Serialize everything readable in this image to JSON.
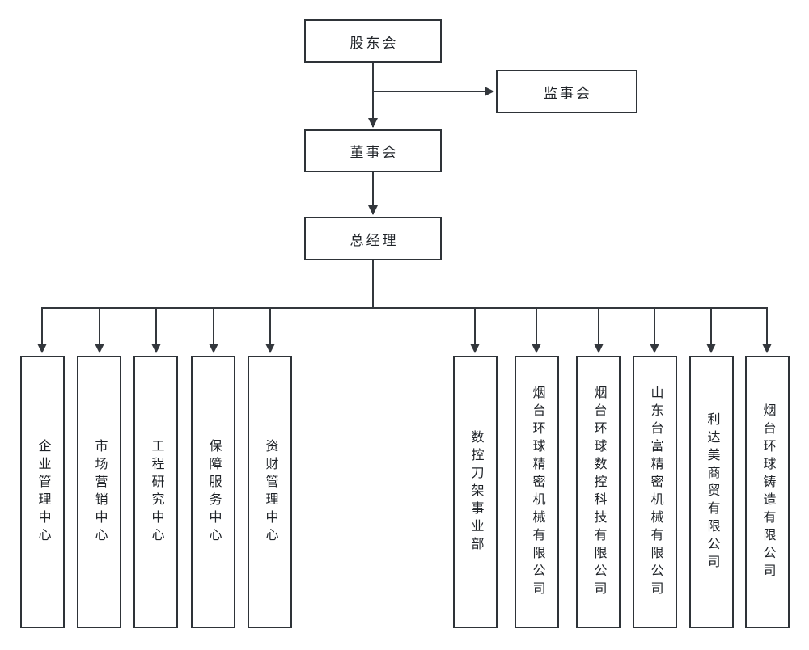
{
  "org": {
    "top": {
      "shareholders": "股东会",
      "supervisors": "监事会",
      "directors": "董事会",
      "gm": "总经理"
    },
    "units": [
      {
        "label": "企业管理中心"
      },
      {
        "label": "市场营销中心"
      },
      {
        "label": "工程研究中心"
      },
      {
        "label": "保障服务中心"
      },
      {
        "label": "资财管理中心"
      },
      {
        "label": "数控刀架事业部"
      },
      {
        "label": "烟台环球精密机械有限公司"
      },
      {
        "label": "烟台环球数控科技有限公司"
      },
      {
        "label": "山东台富精密机械有限公司"
      },
      {
        "label": "利达美商贸有限公司"
      },
      {
        "label": "烟台环球铸造有限公司"
      }
    ]
  },
  "colors": {
    "background": "#ffffff",
    "border": "#2e3338",
    "line": "#33373c",
    "text": "#1f2328"
  }
}
